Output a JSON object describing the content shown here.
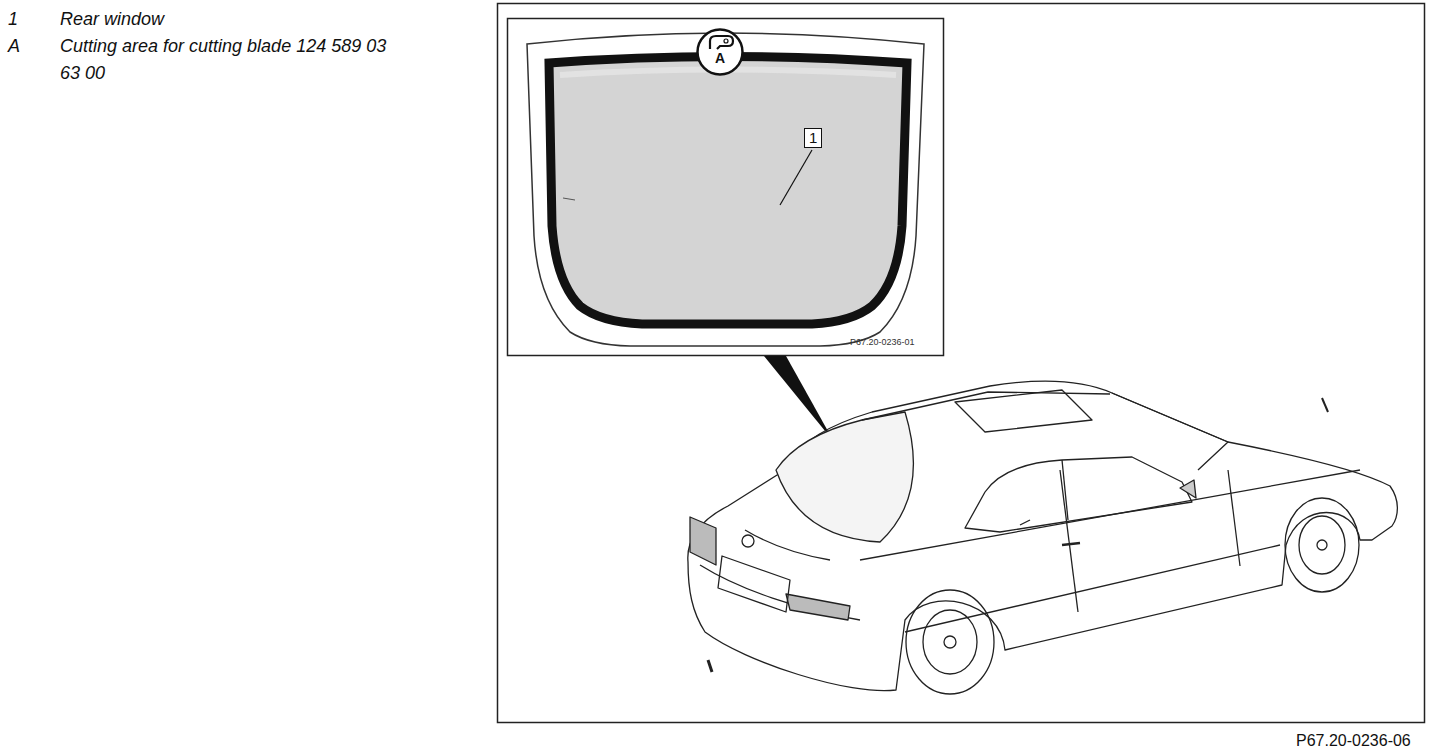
{
  "diagram": {
    "nodes": [
      {
        "text": [
          "A"
        ]
      }
    ],
    "labels": [
      "1",
      "Rear window",
      "A",
      "Cutting area for cutting blade 124 589 03 63 00",
      "1",
      "P67.20-0236-01",
      "P67.20-0236-06"
    ]
  }
}
